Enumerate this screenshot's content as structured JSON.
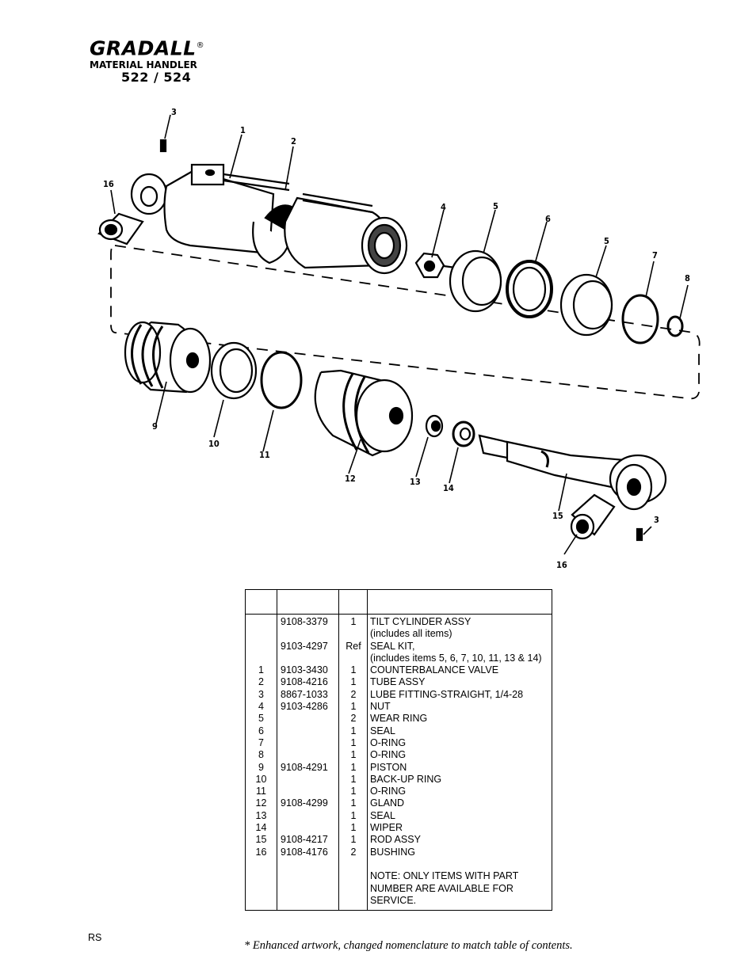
{
  "logo": {
    "brand": "GRADALL",
    "registered": "®",
    "subtitle": "MATERIAL HANDLER",
    "model": "522 / 524"
  },
  "callouts": [
    "1",
    "2",
    "3",
    "4",
    "5",
    "6",
    "5",
    "7",
    "8",
    "9",
    "10",
    "11",
    "12",
    "13",
    "14",
    "15",
    "3",
    "16",
    "16"
  ],
  "parts_table": {
    "rows": [
      {
        "item": "",
        "part": "9108-3379",
        "qty": "1",
        "desc": "TILT CYLINDER ASSY"
      },
      {
        "item": "",
        "part": "",
        "qty": "",
        "desc": "(includes all items)"
      },
      {
        "item": "",
        "part": "9103-4297",
        "qty": "Ref",
        "desc": "SEAL KIT,"
      },
      {
        "item": "",
        "part": "",
        "qty": "",
        "desc": "(includes items 5, 6, 7, 10, 11, 13 & 14)"
      },
      {
        "item": "1",
        "part": "9103-3430",
        "qty": "1",
        "desc": "COUNTERBALANCE VALVE"
      },
      {
        "item": "2",
        "part": "9108-4216",
        "qty": "1",
        "desc": "TUBE ASSY"
      },
      {
        "item": "3",
        "part": "8867-1033",
        "qty": "2",
        "desc": "LUBE FITTING-STRAIGHT, 1/4-28"
      },
      {
        "item": "4",
        "part": "9103-4286",
        "qty": "1",
        "desc": "NUT"
      },
      {
        "item": "5",
        "part": "",
        "qty": "2",
        "desc": "WEAR RING"
      },
      {
        "item": "6",
        "part": "",
        "qty": "1",
        "desc": "SEAL"
      },
      {
        "item": "7",
        "part": "",
        "qty": "1",
        "desc": "O-RING"
      },
      {
        "item": "8",
        "part": "",
        "qty": "1",
        "desc": "O-RING"
      },
      {
        "item": "9",
        "part": "9108-4291",
        "qty": "1",
        "desc": "PISTON"
      },
      {
        "item": "10",
        "part": "",
        "qty": "1",
        "desc": "BACK-UP RING"
      },
      {
        "item": "11",
        "part": "",
        "qty": "1",
        "desc": "O-RING"
      },
      {
        "item": "12",
        "part": "9108-4299",
        "qty": "1",
        "desc": "GLAND"
      },
      {
        "item": "13",
        "part": "",
        "qty": "1",
        "desc": "SEAL"
      },
      {
        "item": "14",
        "part": "",
        "qty": "1",
        "desc": "WIPER"
      },
      {
        "item": "15",
        "part": "9108-4217",
        "qty": "1",
        "desc": "ROD ASSY"
      },
      {
        "item": "16",
        "part": "9108-4176",
        "qty": "2",
        "desc": "BUSHING"
      },
      {
        "item": "",
        "part": "",
        "qty": "",
        "desc": ""
      },
      {
        "item": "",
        "part": "",
        "qty": "",
        "desc": "NOTE: ONLY ITEMS WITH PART"
      },
      {
        "item": "",
        "part": "",
        "qty": "",
        "desc": "NUMBER ARE AVAILABLE FOR"
      },
      {
        "item": "",
        "part": "",
        "qty": "",
        "desc": "SERVICE."
      }
    ]
  },
  "footer": {
    "initials": "RS",
    "note": "* Enhanced artwork, changed nomenclature to match table of contents."
  }
}
